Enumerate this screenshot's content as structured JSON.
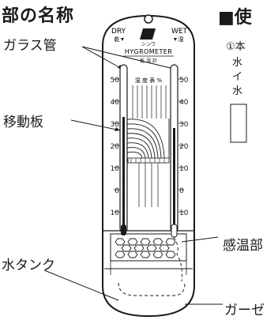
{
  "diagram": {
    "title": "部の名称",
    "right_title": "■使",
    "right_step": "①本",
    "right_chars": [
      "水",
      "イ",
      "水"
    ],
    "labels": {
      "glass_tube": "ガラス管",
      "moving_plate": "移動板",
      "sensor": "感温部",
      "water_tank": "水タンク",
      "gauze": "ガーゼ"
    },
    "instrument": {
      "dry_label": "DRY",
      "dry_kanji": "乾",
      "wet_label": "WET",
      "wet_kanji": "湿",
      "brand_text": "シンワ",
      "model": "HYGROMETER",
      "sub_model": "乾 湿 計",
      "table_title": "湿 度 表 %",
      "scale_left": [
        "50",
        "40",
        "30",
        "20",
        "10",
        "0",
        "10"
      ],
      "scale_right": [
        "50",
        "40",
        "30",
        "20",
        "10",
        "0",
        "10"
      ]
    }
  }
}
